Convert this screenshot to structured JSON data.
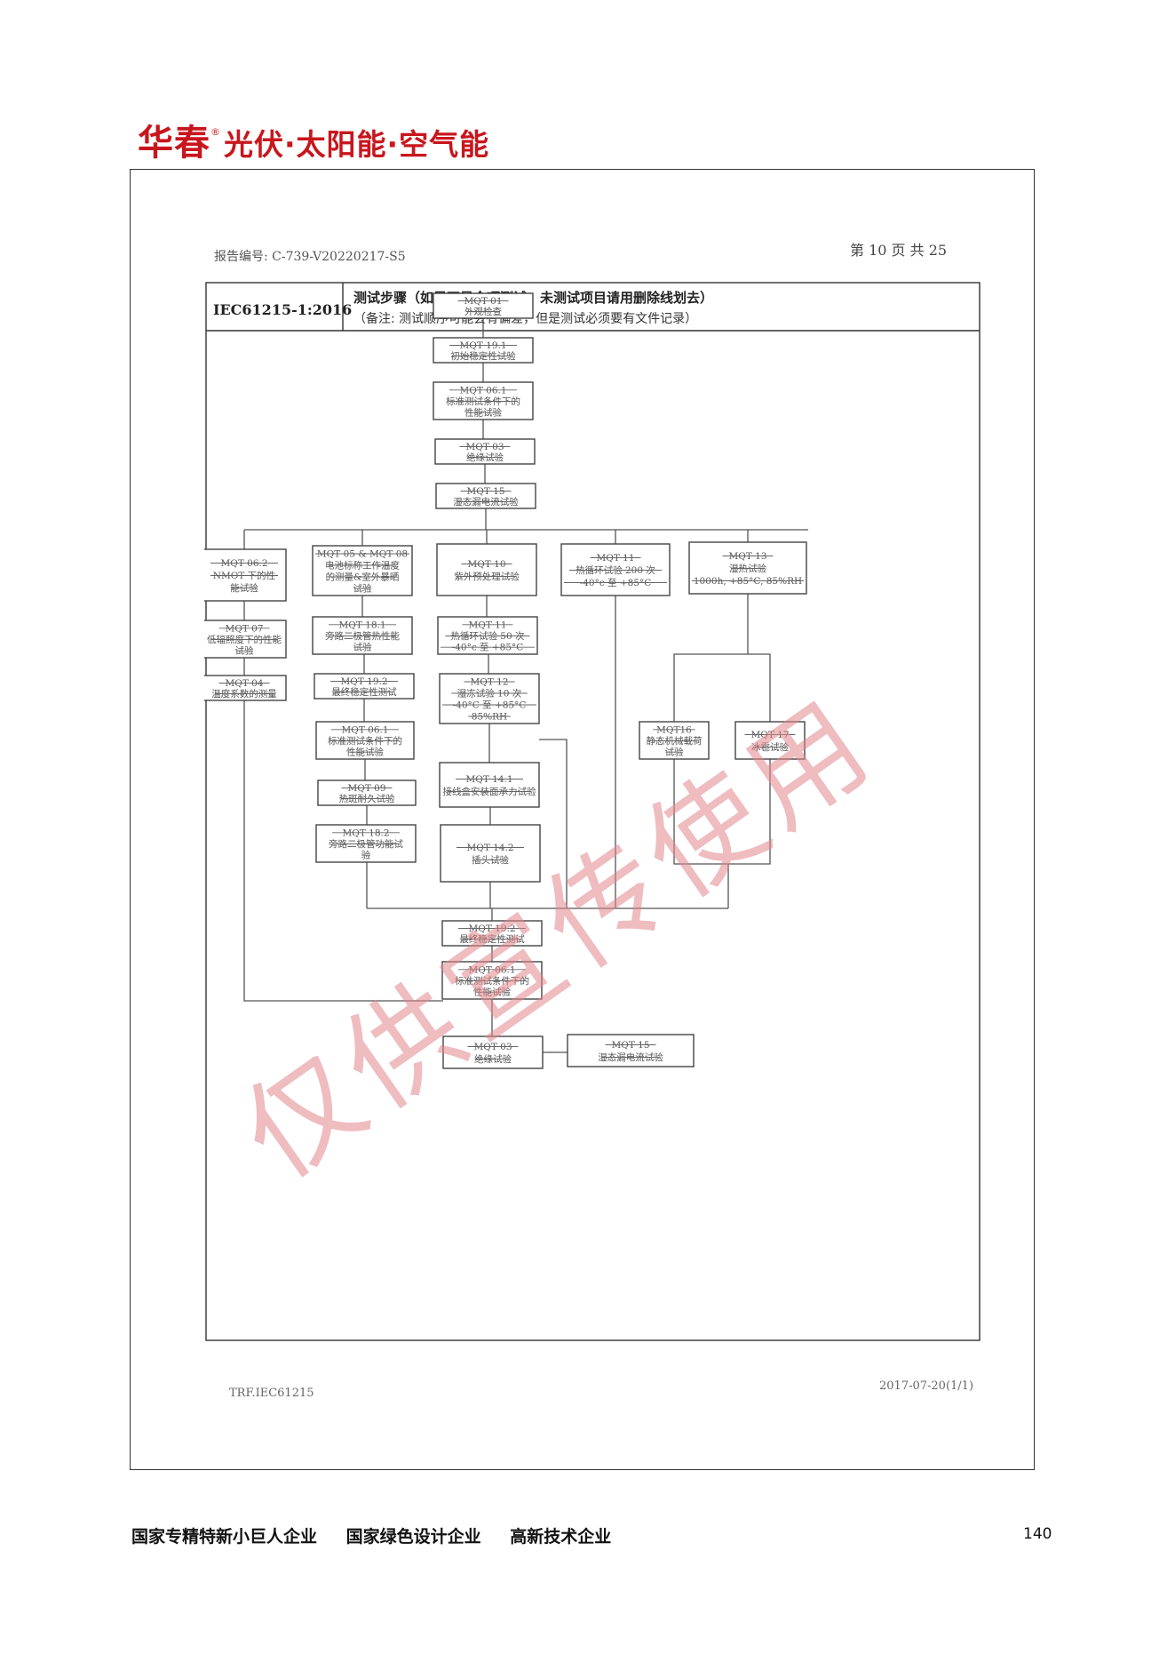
{
  "header": {
    "brand": "华春",
    "registered_mark": "®",
    "tagline": "光伏·太阳能·空气能"
  },
  "report": {
    "report_number": "报告编号: C-739-V20220217-S5",
    "page_info": "第 10 页 共 25",
    "standard": "IEC61215-1:2016",
    "title": "测试步骤（如果不是全项测试，未测试项目请用删除线划去）",
    "note": "（备注: 测试顺序可能会有偏差，但是测试必须要有文件记录）",
    "form_id": "TRF.IEC61215",
    "revision": "2017-07-20(1/1)"
  },
  "flowchart": {
    "main_steps": [
      {
        "id": "s01",
        "code": "MQT 01",
        "name": "外观检查"
      },
      {
        "id": "s19a",
        "code": "MQT 19.1",
        "name": "初始稳定性试验"
      },
      {
        "id": "s061",
        "code": "MQT 06.1",
        "name": "标准测试条件下的性能试验"
      },
      {
        "id": "s03a",
        "code": "MQT 03",
        "name": "绝缘试验"
      },
      {
        "id": "s15a",
        "code": "MQT 15",
        "name": "湿态漏电流试验"
      }
    ],
    "branch1": [
      {
        "id": "b1a",
        "code": "MQT 06.2",
        "name": "NMOT 下的性能试验"
      },
      {
        "id": "b1b",
        "code": "MQT 07",
        "name": "低辐照度下的性能试验"
      },
      {
        "id": "b1c",
        "code": "MQT 04",
        "name": "温度系数的测量"
      }
    ],
    "branch2": [
      {
        "id": "b2a",
        "code": "MQT 05 & MQT 08",
        "name": "电池标称工作温度的测量&室外暴晒试验"
      },
      {
        "id": "b2b",
        "code": "MQT 18.1",
        "name": "旁路二极管热性能试验"
      },
      {
        "id": "b2c",
        "code": "MQT 19.2",
        "name": "最终稳定性测试"
      },
      {
        "id": "b2d",
        "code": "MQT 06.1",
        "name": "标准测试条件下的性能试验"
      },
      {
        "id": "b2e",
        "code": "MQT 09",
        "name": "热斑耐久试验"
      },
      {
        "id": "b2f",
        "code": "MQT 18.2",
        "name": "旁路二极管功能试验"
      }
    ],
    "branch3": [
      {
        "id": "b3a",
        "code": "MQT 10",
        "name": "紫外预处理试验"
      },
      {
        "id": "b3b",
        "code": "MQT 11",
        "name": "热循环试验 50 次",
        "cond": "-40°c 至 +85°C"
      },
      {
        "id": "b3c",
        "code": "MQT 12",
        "name": "湿冻试验 10 次",
        "cond": "-40°C 至 +85°C",
        "cond2": "85%RH"
      },
      {
        "id": "b3d",
        "code": "MQT 14.1",
        "name": "接线盒安装面承力试验"
      },
      {
        "id": "b3e",
        "code": "MQT 14.2",
        "name": "插头试验"
      }
    ],
    "branch4": [
      {
        "id": "b4a",
        "code": "MQT 11",
        "name": "热循环试验 200 次",
        "cond": "-40°c 至 +85°C"
      }
    ],
    "branch5": [
      {
        "id": "b5a",
        "code": "MQT 13",
        "name": "湿热试验",
        "cond": "1000h, +85°C, 85%RH"
      },
      {
        "id": "b5b",
        "code": "MQT16",
        "name": "静态机械载荷试验"
      },
      {
        "id": "b5c",
        "code": "MQT 17",
        "name": "冰雹试验"
      }
    ],
    "final_steps": [
      {
        "id": "f19",
        "code": "MQT 19.2",
        "name": "最终稳定性测试"
      },
      {
        "id": "f061",
        "code": "MQT 06.1",
        "name": "标准测试条件下的性能试验"
      },
      {
        "id": "f03",
        "code": "MQT 03",
        "name": "绝缘试验"
      },
      {
        "id": "f15",
        "code": "MQT 15",
        "name": "湿态漏电流试验"
      }
    ]
  },
  "watermark": "仅供宣传使用",
  "footer": {
    "slogans": [
      "国家专精特新小巨人企业",
      "国家绿色设计企业",
      "高新技术企业"
    ],
    "page_number": "140"
  },
  "colors": {
    "brand_red": "#c8161d",
    "watermark_red": "#e2858a"
  }
}
